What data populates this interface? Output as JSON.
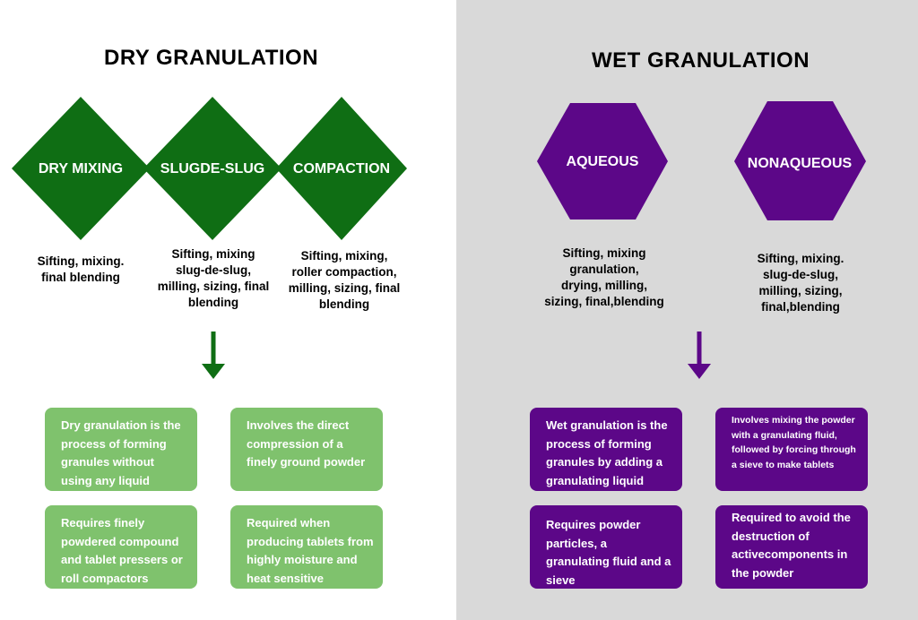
{
  "dry": {
    "title": "DRY GRANULATION",
    "stages": [
      {
        "label": "DRY MIXING",
        "desc": "Sifting, mixing.\nfinal blending"
      },
      {
        "label": "SLUGDE-SLUG",
        "desc": "Sifting, mixing\nslug-de-slug,\nmilling, sizing, final\nblending"
      },
      {
        "label": "COMPACTION",
        "desc": "Sifting, mixing,\nroller compaction,\nmilling, sizing, final\nblending"
      }
    ],
    "boxes": [
      "Dry granulation is the process of forming granules without using any liquid solution",
      "Involves the direct compression of a finely ground powder",
      "Requires finely powdered compound and tablet pressers or roll compactors",
      "Required when producing tablets from highly moisture and heat sensitive compounds"
    ]
  },
  "wet": {
    "title": "WET GRANULATION",
    "stages": [
      {
        "label": "AQUEOUS",
        "desc": "Sifting, mixing\ngranulation,\ndrying, milling,\nsizing, final,blending"
      },
      {
        "label": "NONAQUEOUS",
        "desc": "Sifting, mixing.\nslug-de-slug,\nmilling, sizing,\nfinal,blending"
      }
    ],
    "boxes": [
      "Wet granulation is the process of forming granules by adding a granulating liquid",
      "Involves mixing the powder with a granulating fluid, followed by forcing through a sieve to make tablets",
      "Requires powder particles, a granulating fluid and a sieve",
      "Required to avoid the destruction of activecomponents in the powder"
    ]
  },
  "colors": {
    "green_dark": "#0f6e14",
    "green_light": "#7fc26d",
    "purple": "#5c0788",
    "gray_bg": "#d9d9d9"
  }
}
